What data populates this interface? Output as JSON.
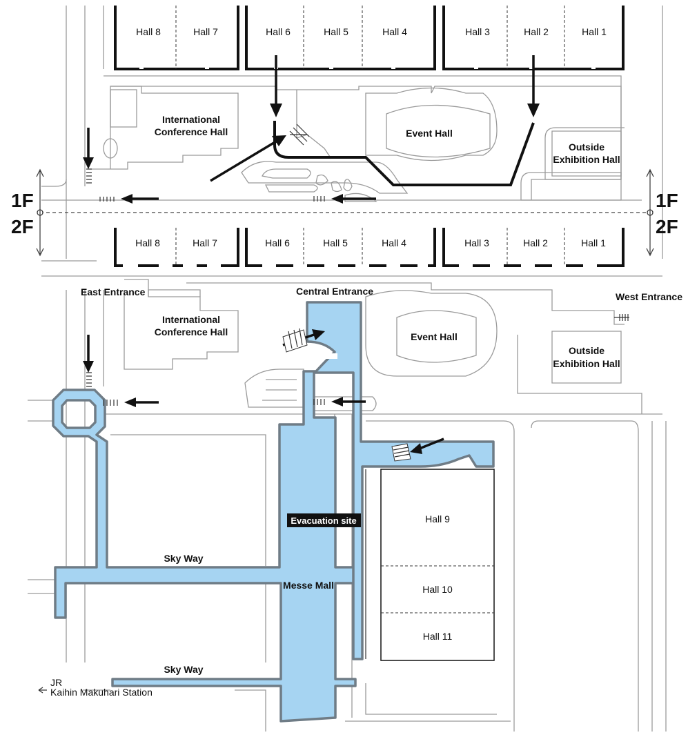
{
  "floors": {
    "upper_label": "1F",
    "lower_label": "2F"
  },
  "halls_1f": [
    "Hall 8",
    "Hall 7",
    "Hall 6",
    "Hall 5",
    "Hall 4",
    "Hall 3",
    "Hall 2",
    "Hall 1"
  ],
  "halls_2f": [
    "Hall 8",
    "Hall 7",
    "Hall 6",
    "Hall 5",
    "Hall 4",
    "Hall 3",
    "Hall 2",
    "Hall 1"
  ],
  "buildings": {
    "conference_line1": "International",
    "conference_line2": "Conference Hall",
    "event_hall": "Event Hall",
    "outside_line1": "Outside",
    "outside_line2": "Exhibition Hall",
    "hall9": "Hall 9",
    "hall10": "Hall 10",
    "hall11": "Hall 11"
  },
  "entrances": {
    "east": "East Entrance",
    "central": "Central Entrance",
    "west": "West Entrance"
  },
  "routes": {
    "evacuation_site": "Evacuation site",
    "messe_mall": "Messe Mall",
    "sky_way": "Sky Way",
    "station_line1": "JR",
    "station_line2": "Kaihin Makuhari Station"
  },
  "colors": {
    "evacuation_area": "#a6d4f2",
    "evacuation_border": "#6f7c86",
    "walls": "#111111",
    "roads": "#9a9a9a"
  }
}
